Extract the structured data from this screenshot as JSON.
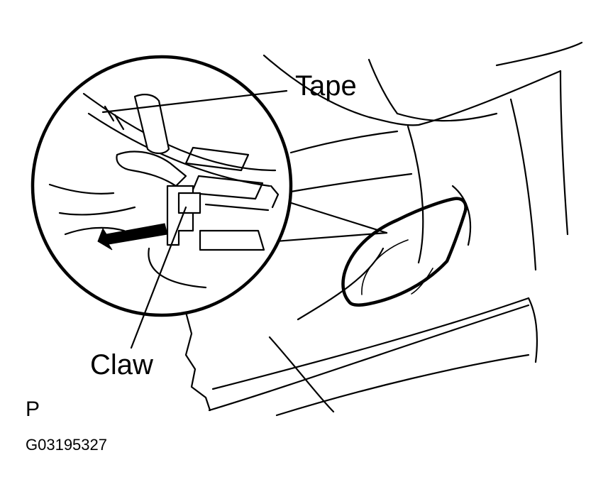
{
  "labels": {
    "tape": "Tape",
    "claw": "Claw"
  },
  "view_code": "P",
  "figure_id": "G03195327",
  "colors": {
    "ink": "#000000",
    "background": "#ffffff"
  }
}
